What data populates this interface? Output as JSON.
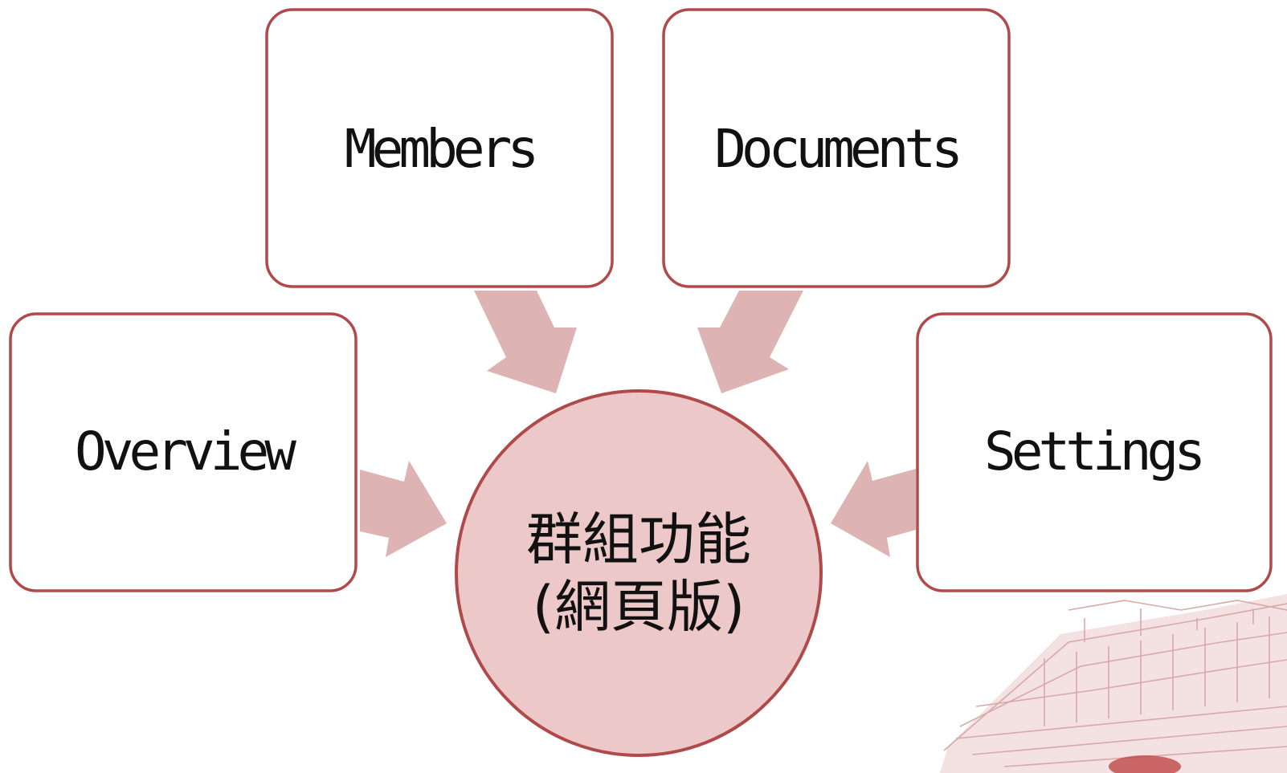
{
  "center": {
    "line1": "群組功能",
    "line2": "(網頁版)"
  },
  "nodes": {
    "members": "Members",
    "documents": "Documents",
    "overview": "Overview",
    "settings": "Settings"
  },
  "colors": {
    "border": "#b04a4a",
    "center_fill": "#ecc8c8",
    "arrow_fill": "#ddb3b3",
    "box_fill": "#ffffff",
    "text": "#111111"
  }
}
